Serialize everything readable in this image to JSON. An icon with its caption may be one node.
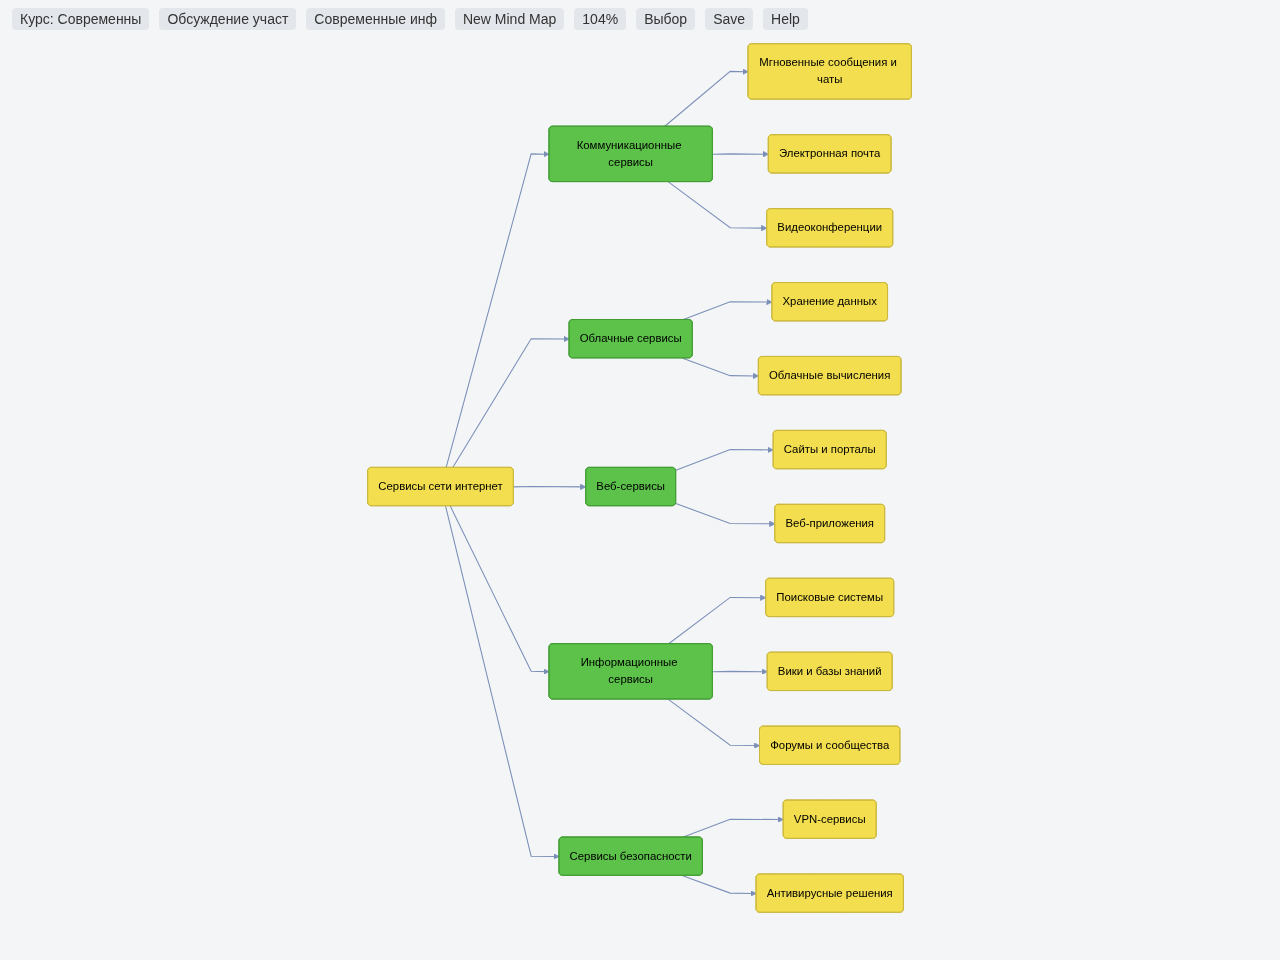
{
  "diagram": {
    "nodes": [
      {
        "text": [
          "Мгновенные сообщения и чаты"
        ]
      },
      {
        "text": [
          "Электронная почта"
        ]
      },
      {
        "text": [
          "Видеоконференции"
        ]
      },
      {
        "text": [
          "Хранение данных"
        ]
      },
      {
        "text": [
          "Сайты и порталы"
        ]
      },
      {
        "text": [
          "Коммуникационные сервисы"
        ]
      },
      {
        "text": [
          "Облачные вычисления"
        ]
      },
      {
        "text": [
          "Облачные сервисы"
        ]
      },
      {
        "text": [
          "Веб-сервисы"
        ]
      },
      {
        "text": [
          "Веб-приложения"
        ]
      },
      {
        "text": [
          "Сервисы сети интернет"
        ]
      },
      {
        "text": [
          "Поисковые системы"
        ]
      },
      {
        "text": [
          "Информационные сервисы"
        ]
      },
      {
        "text": [
          "Сервисы безопасности"
        ]
      },
      {
        "text": [
          "Вики и базы знаний"
        ]
      },
      {
        "text": [
          "Форумы и сообщества"
        ]
      },
      {
        "text": [
          "VPN-сервисы"
        ]
      },
      {
        "text": [
          "Антивирусные решения"
        ]
      }
    ],
    "edges": [
      {
        "from": 10,
        "to": 5,
        "arrow": "to"
      },
      {
        "from": 10,
        "to": 7,
        "arrow": "to"
      },
      {
        "from": 10,
        "to": 8,
        "arrow": "to"
      },
      {
        "from": 10,
        "to": 12,
        "arrow": "to"
      },
      {
        "from": 10,
        "to": 13,
        "arrow": "to"
      },
      {
        "from": 5,
        "to": 0,
        "arrow": "to"
      },
      {
        "from": 5,
        "to": 1,
        "arrow": "to"
      },
      {
        "from": 5,
        "to": 2,
        "arrow": "to"
      },
      {
        "from": 7,
        "to": 3,
        "arrow": "to"
      },
      {
        "from": 7,
        "to": 6,
        "arrow": "to"
      },
      {
        "from": 8,
        "to": 4,
        "arrow": "to"
      },
      {
        "from": 8,
        "to": 9,
        "arrow": "to"
      },
      {
        "from": 12,
        "to": 11,
        "arrow": "to"
      },
      {
        "from": 12,
        "to": 14,
        "arrow": "to"
      },
      {
        "from": 12,
        "to": 15,
        "arrow": "to"
      },
      {
        "from": 13,
        "to": 16,
        "arrow": "to"
      },
      {
        "from": 13,
        "to": 17,
        "arrow": "to"
      }
    ],
    "labels": [
      "Курс: Современны",
      "Обсуждение участ",
      "Современные инф",
      "New Mind Map",
      "104%",
      "Выбор",
      "Save",
      "Help"
    ]
  }
}
